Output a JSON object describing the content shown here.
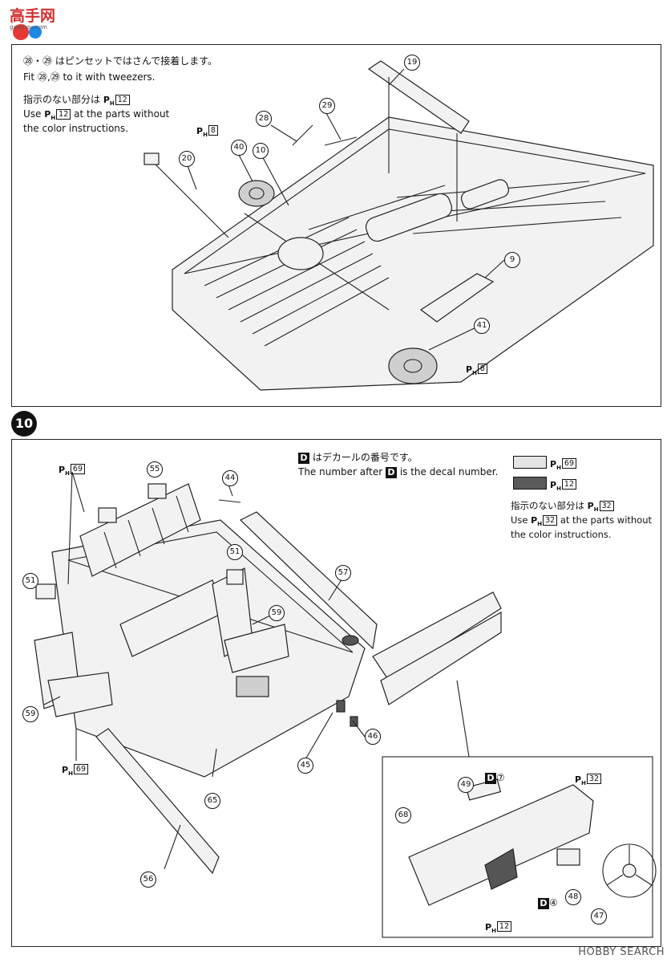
{
  "site_logo": {
    "text": "高手网",
    "subtext": "gaoshou.com"
  },
  "step9": {
    "note_jp": "㉘・㉙ はピンセットではさんで接着します。",
    "note_en": "Fit ㉘,㉙ to it with tweezers.",
    "color_jp": "指示のない部分は",
    "color_jp_tail": "",
    "color_en_1": "Use",
    "color_en_2": "at the parts without",
    "color_en_3": "the color instructions.",
    "default_color": "12",
    "ph_prefix": "P",
    "ph_sub": "H",
    "callouts": [
      {
        "id": "c19",
        "num": "19"
      },
      {
        "id": "c28",
        "num": "28"
      },
      {
        "id": "c29",
        "num": "29"
      },
      {
        "id": "c40",
        "num": "40"
      },
      {
        "id": "c10",
        "num": "10"
      },
      {
        "id": "c20",
        "num": "20"
      },
      {
        "id": "c9",
        "num": "9"
      },
      {
        "id": "c41",
        "num": "41"
      }
    ],
    "ph_labels": [
      {
        "id": "ph8a",
        "num": "8"
      },
      {
        "id": "ph8b",
        "num": "8"
      }
    ]
  },
  "step10": {
    "badge": "10",
    "decal_jp": "はデカールの番号です。",
    "decal_en_1": "The number after",
    "decal_en_2": "is the decal number.",
    "decal_letter": "D",
    "legend": [
      {
        "num": "69",
        "color": "#e4e4e4"
      },
      {
        "num": "12",
        "color": "#5a5a5a"
      }
    ],
    "color_jp": "指示のない部分は",
    "color_en_1": "Use",
    "color_en_2": "at the parts without",
    "color_en_3": "the color instructions.",
    "default_color": "32",
    "callouts": [
      {
        "id": "c55",
        "num": "55"
      },
      {
        "id": "c44",
        "num": "44"
      },
      {
        "id": "c51a",
        "num": "51"
      },
      {
        "id": "c51b",
        "num": "51"
      },
      {
        "id": "c57",
        "num": "57"
      },
      {
        "id": "c59a",
        "num": "59"
      },
      {
        "id": "c59b",
        "num": "59"
      },
      {
        "id": "c46",
        "num": "46"
      },
      {
        "id": "c45",
        "num": "45"
      },
      {
        "id": "c65",
        "num": "65"
      },
      {
        "id": "c56",
        "num": "56"
      },
      {
        "id": "c49",
        "num": "49"
      },
      {
        "id": "c68",
        "num": "68"
      },
      {
        "id": "c48",
        "num": "48"
      },
      {
        "id": "c47",
        "num": "47"
      }
    ],
    "ph_labels": [
      {
        "id": "ph69a",
        "num": "69"
      },
      {
        "id": "ph69b",
        "num": "69"
      },
      {
        "id": "ph32",
        "num": "32"
      },
      {
        "id": "ph12",
        "num": "12"
      }
    ],
    "decals": [
      {
        "id": "d7",
        "num": "⑦"
      },
      {
        "id": "d4",
        "num": "④"
      }
    ]
  },
  "watermark": "HOBBY SEARCH",
  "colors": {
    "ink": "#111111",
    "light_gray": "#e4e4e4",
    "dark_gray": "#5a5a5a"
  }
}
